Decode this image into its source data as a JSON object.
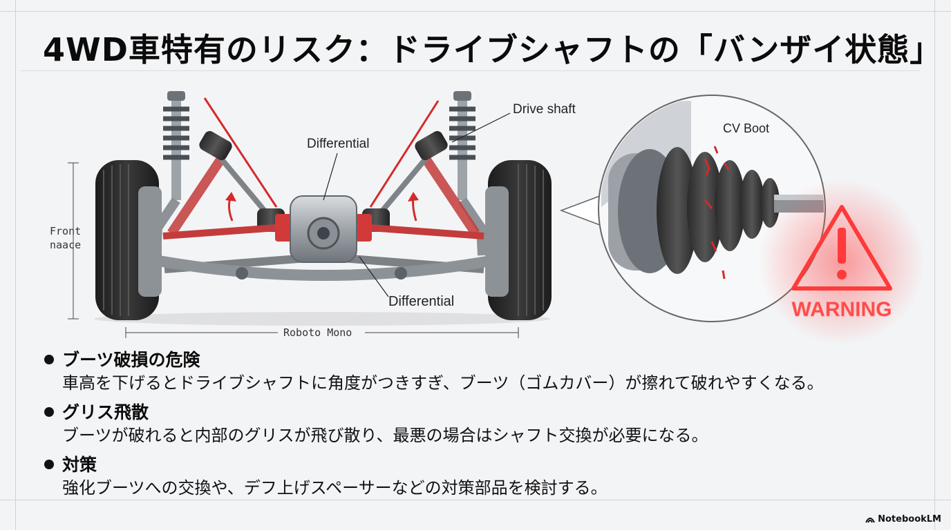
{
  "title": "4WD車特有のリスク：ドライブシャフトの「バンザイ状態」",
  "diagram": {
    "labels": {
      "drive_shaft": "Drive shaft",
      "differential_top": "Differential",
      "differential_bottom": "Differential",
      "front_left": "Front",
      "front_left_2": "naace",
      "bottom_dimension": "Roboto Mono",
      "cv_boot": "CV Boot",
      "warning": "WARNING"
    },
    "icons": [
      "shock-absorber-icon",
      "tire-icon",
      "differential-icon",
      "cv-boot-icon",
      "warning-triangle-icon"
    ],
    "colors": {
      "accent_red": "#d42a2a",
      "warning_glow": "#ff4040"
    }
  },
  "bullets": [
    {
      "heading": "ブーツ破損の危険",
      "body": "車高を下げるとドライブシャフトに角度がつきすぎ、ブーツ（ゴムカバー）が擦れて破れやすくなる。"
    },
    {
      "heading": "グリス飛散",
      "body": "ブーツが破れると内部のグリスが飛び散り、最悪の場合はシャフト交換が必要になる。"
    },
    {
      "heading": "対策",
      "body": "強化ブーツへの交換や、デフ上げスペーサーなどの対策部品を検討する。"
    }
  ],
  "brand": "NotebookLM"
}
